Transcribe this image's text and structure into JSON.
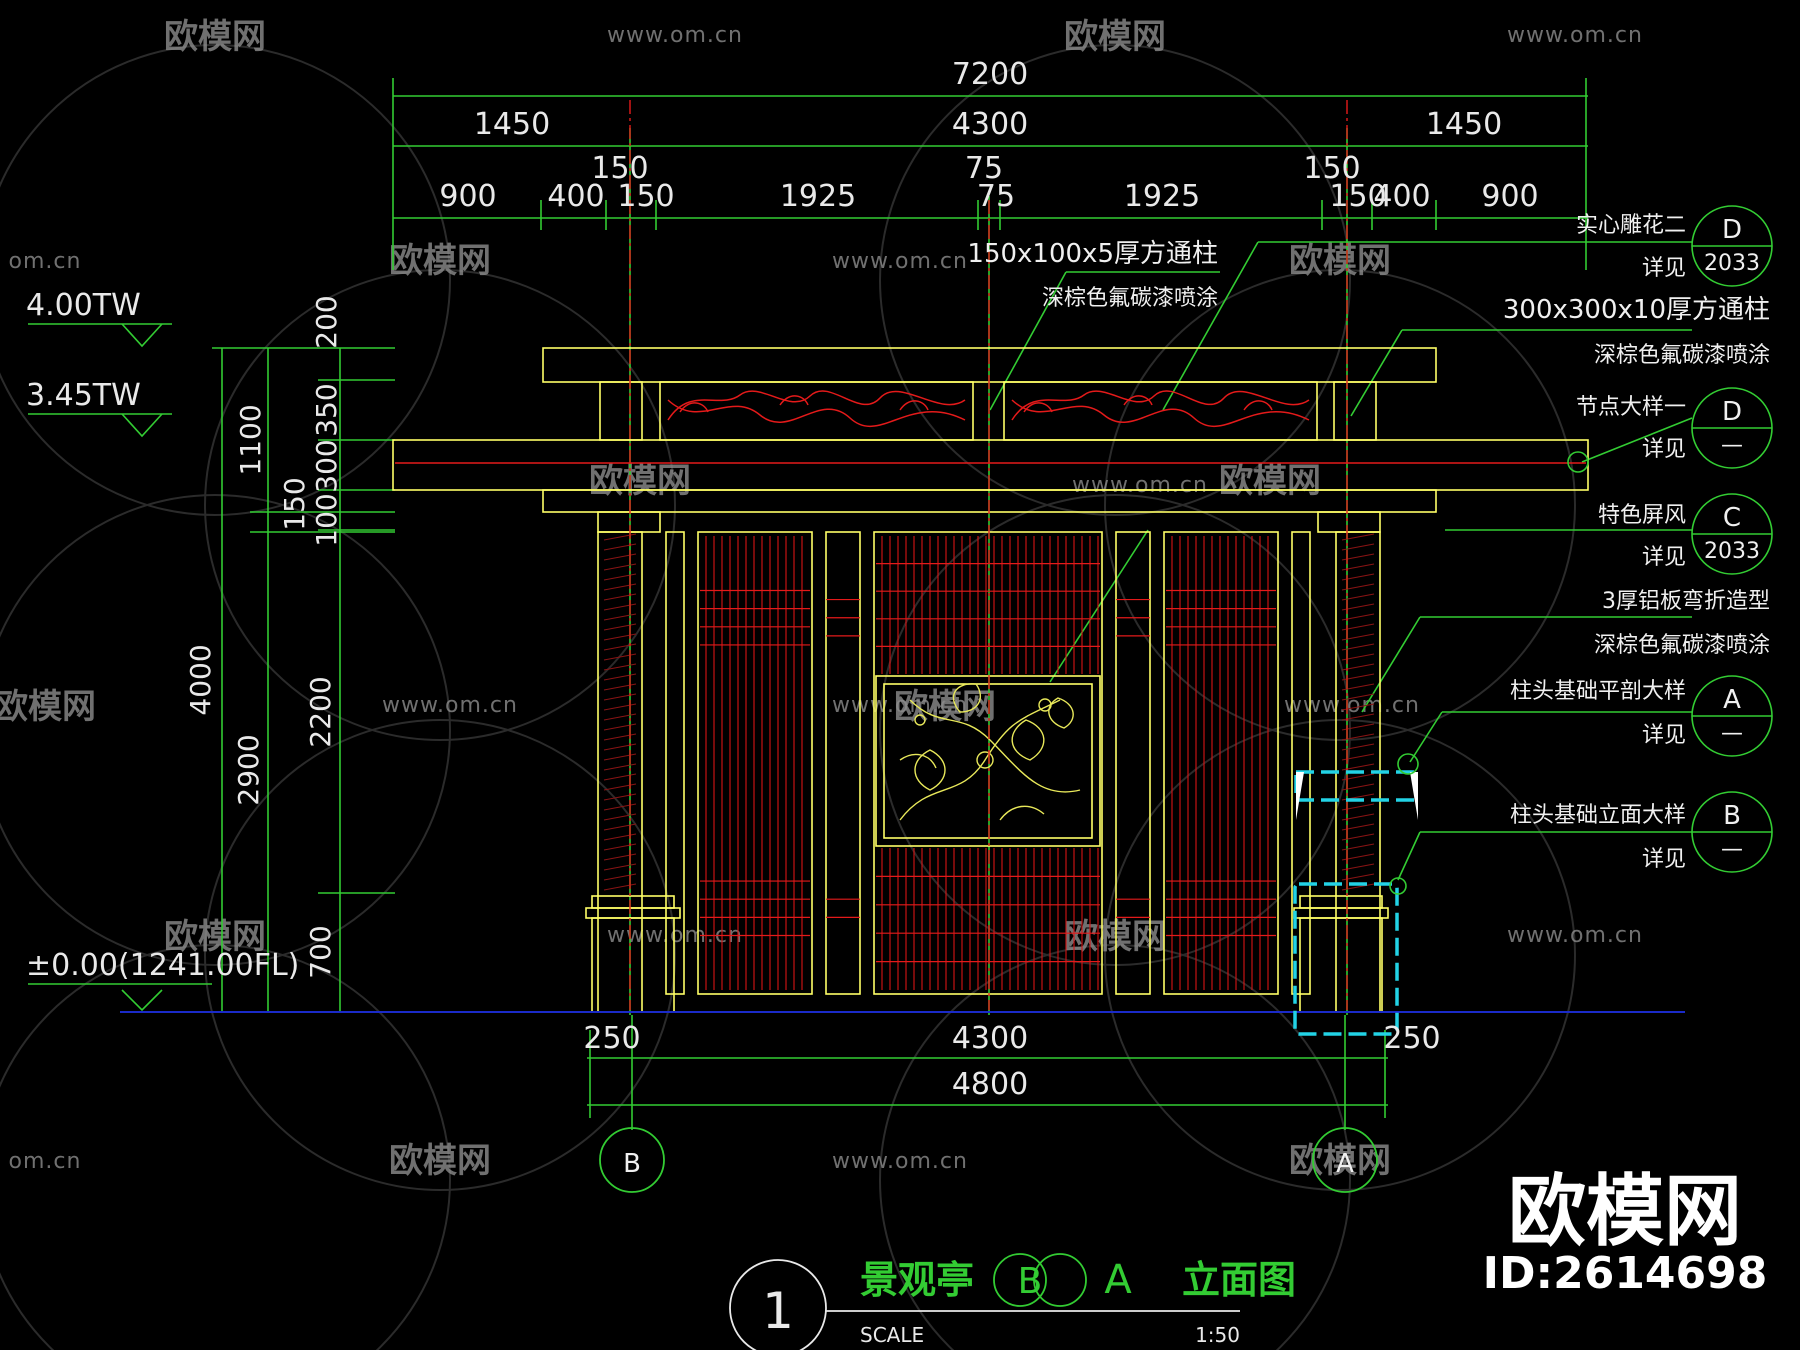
{
  "dimensions": {
    "overall": "7200",
    "bay_left": "1450",
    "bay_mid": "4300",
    "bay_right": "1450",
    "small_150_l": "150",
    "small_75_t": "75",
    "small_150_r": "150",
    "d900_l": "900",
    "d400_l": "400",
    "d150_l": "150",
    "d1925_l": "1925",
    "d75_b": "75",
    "d1925_r": "1925",
    "d150_r": "150",
    "d400_r": "400",
    "d900_r": "900",
    "v200": "200",
    "v350": "350",
    "v300": "300",
    "v150": "150",
    "v100": "100",
    "v1100": "1100",
    "v2200": "2200",
    "v4000": "4000",
    "v2900": "2900",
    "v700": "700",
    "b250_l": "250",
    "b4300": "4300",
    "b250_r": "250",
    "b4800": "4800"
  },
  "levels": {
    "top": "4.00TW",
    "beam": "3.45TW",
    "ground": "±0.00(1241.00FL)"
  },
  "notes": {
    "tube_small_1": "150x100x5厚方通柱",
    "tube_small_2": "深棕色氟碳漆喷涂",
    "carving_1": "实心雕花二",
    "carving_2": "详见",
    "tube_big_1": "300x300x10厚方通柱",
    "tube_big_2": "深棕色氟碳漆喷涂",
    "node_1": "节点大样一",
    "node_2": "详见",
    "screen_1": "特色屏风",
    "screen_2": "详见",
    "alu_1": "3厚铝板弯折造型",
    "alu_2": "深棕色氟碳漆喷涂",
    "plan_1": "柱头基础平剖大样",
    "plan_2": "详见",
    "elev_1": "柱头基础立面大样",
    "elev_2": "详见"
  },
  "callouts": {
    "c1_letter": "D",
    "c1_ref": "2033",
    "c2_letter": "D",
    "c2_ref": "—",
    "c3_letter": "C",
    "c3_ref": "2033",
    "c4_letter": "A",
    "c4_ref": "—",
    "c5_letter": "B",
    "c5_ref": "—"
  },
  "axes": {
    "left": "B",
    "right": "A"
  },
  "title": {
    "number": "1",
    "text": "景观亭",
    "grid_b": "B",
    "grid_a": "A",
    "suffix": "立面图",
    "scale_label": "SCALE",
    "scale_value": "1:50"
  },
  "watermark": {
    "brand": "欧模网",
    "url": "www.om.cn",
    "url_short": "om.cn",
    "big_brand": "欧模网",
    "id": "ID:2614698"
  },
  "colors": {
    "background": "#000000",
    "yellow": "#ffff66",
    "green": "#33cc33",
    "red": "#e41a1a",
    "cyan": "#22d3e6",
    "white": "#e9e9e9",
    "blue": "#1a2ac8"
  }
}
